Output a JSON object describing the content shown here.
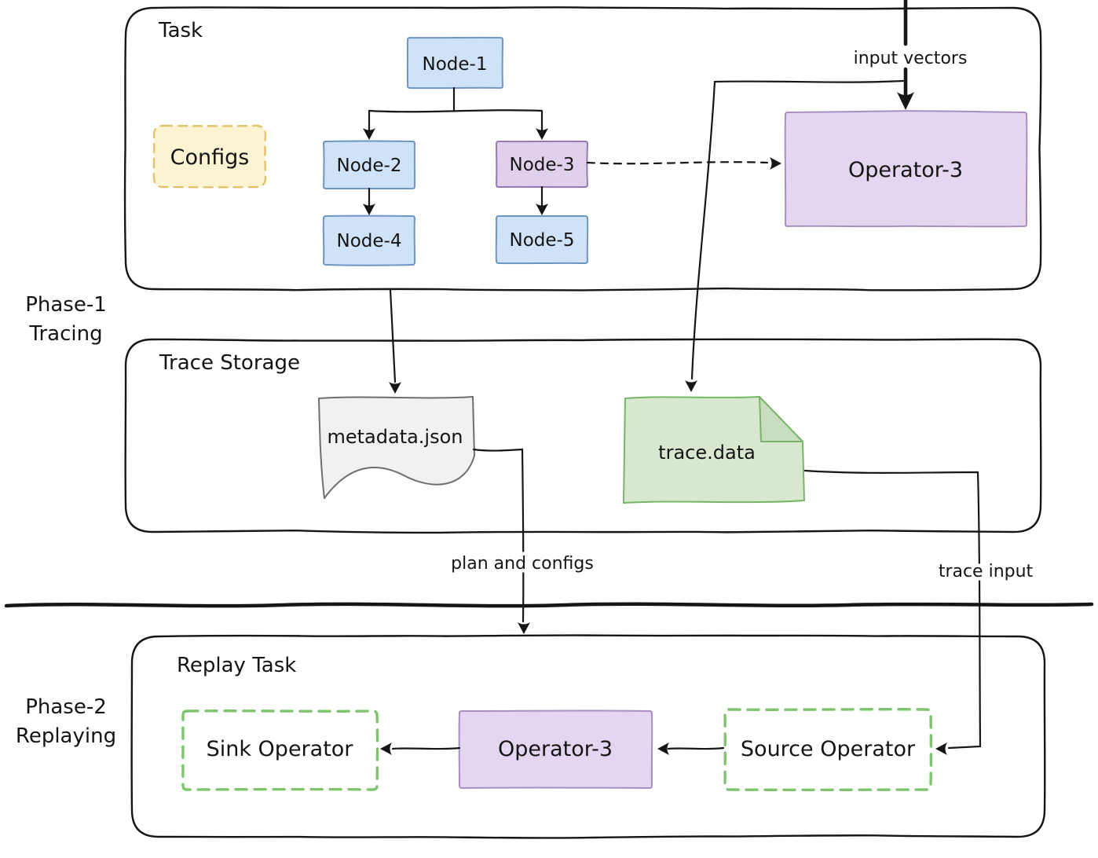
{
  "phase1": {
    "line1": "Phase-1",
    "line2": "Tracing"
  },
  "phase2": {
    "line1": "Phase-2",
    "line2": "Replaying"
  },
  "task": {
    "title": "Task",
    "configs": "Configs",
    "node1": "Node-1",
    "node2": "Node-2",
    "node3": "Node-3",
    "node4": "Node-4",
    "node5": "Node-5",
    "operator": "Operator-3"
  },
  "storage": {
    "title": "Trace Storage",
    "metadata_file": "metadata.json",
    "trace_file": "trace.data"
  },
  "replay": {
    "title": "Replay Task",
    "sink": "Sink Operator",
    "operator": "Operator-3",
    "source": "Source Operator"
  },
  "edges": {
    "input_vectors": "input vectors",
    "plan_and_configs": "plan and configs",
    "trace_input": "trace input"
  },
  "colors": {
    "ink": "#161616",
    "blue_fill": "#cfe2f7",
    "blue_stroke": "#6f95c5",
    "purple_fill": "#e0d0eb",
    "purple_stroke": "#9878b5",
    "operator_fill": "#e4d6f0",
    "operator_stroke": "#a98fc0",
    "yellow_fill": "#fcf3d3",
    "yellow_stroke": "#e1c36b",
    "gray_fill": "#f1f1f1",
    "gray_stroke": "#6e6e6e",
    "green_fill": "#d8e8d0",
    "green_fold": "#c9ddc0",
    "green_stroke": "#77b568",
    "green_dash": "#7ec46d"
  }
}
